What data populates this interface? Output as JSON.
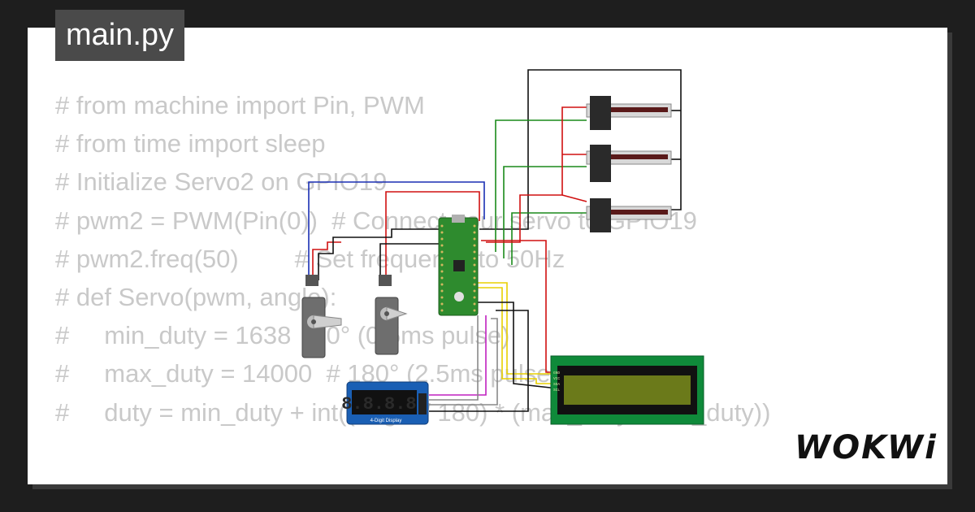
{
  "file_tab": {
    "label": "main.py"
  },
  "code_lines": [
    "# from machine import Pin, PWM",
    "# from time import sleep",
    "",
    "# Initialize Servo2 on GPIO19",
    "# pwm2 = PWM(Pin(0))  # Connect your servo to GPIO19",
    "# pwm2.freq(50)        # Set frequency to 50Hz",
    "",
    "# def Servo(pwm, angle):",
    "#     min_duty = 1638  # 0° (0.5ms pulse)",
    "#     max_duty = 14000  # 180° (2.5ms pulse)",
    "#     duty = min_duty + int((angle / 180) * (max_duty - min_duty))"
  ],
  "components": {
    "seven_segment": {
      "digits": "8.8.8.8.",
      "label": "4-Digit Display"
    },
    "lcd": {
      "pins": [
        "GND",
        "VCC",
        "SDA",
        "SCL"
      ]
    }
  },
  "colors": {
    "background": "#1e1e1e",
    "card": "#ffffff",
    "code_text": "#c9c9c9",
    "pico_board": "#2e8b2e",
    "lcd_frame": "#0f8a3a",
    "lcd_screen": "#6b7a1a",
    "display_frame": "#1a5fb4"
  },
  "brand": {
    "logo_text": "WOKWi"
  }
}
